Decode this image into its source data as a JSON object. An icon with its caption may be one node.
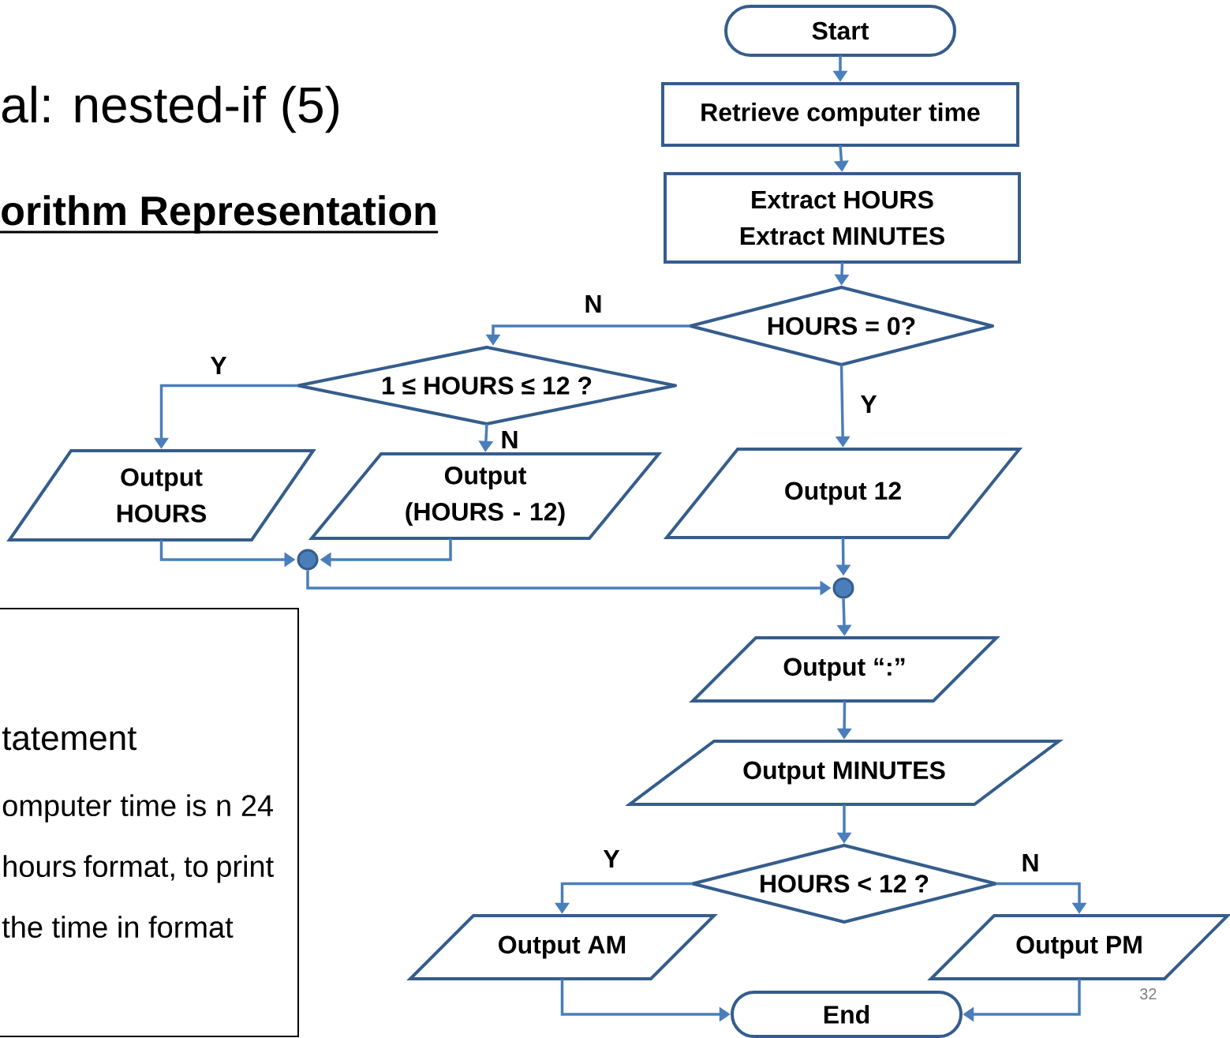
{
  "diagram": {
    "title": "al: nested-if (5)",
    "nodes": [
      {
        "text": [
          "Start"
        ]
      },
      {
        "text": [
          "Retrieve computer time"
        ]
      },
      {
        "text": [
          "Extract HOURS",
          "Extract MINUTES"
        ]
      },
      {
        "text": [
          "HOURS = 0?"
        ]
      },
      {
        "text": [
          "1 ≤ HOURS ≤ 12 ?"
        ]
      },
      {
        "text": [
          "Output HOURS"
        ]
      },
      {
        "text": [
          "Output (HOURS - 12)"
        ]
      },
      {
        "text": [
          "Output 12"
        ]
      },
      {
        "text": [],
        "shape": "circle"
      },
      {
        "text": [],
        "shape": "circle"
      },
      {
        "text": [
          "Output “:”"
        ]
      },
      {
        "text": [
          "Output MINUTES"
        ]
      },
      {
        "text": [
          "HOURS < 12 ?"
        ]
      },
      {
        "text": [
          "Output AM"
        ]
      },
      {
        "text": [
          "Output PM"
        ]
      },
      {
        "text": [
          "End"
        ]
      },
      {
        "text": [
          "tatement",
          "omputer time is n 24 hours format, to print the time in format"
        ]
      }
    ],
    "edges": [
      {
        "from": 0,
        "to": 1,
        "arrow": "to"
      },
      {
        "from": 1,
        "to": 2,
        "arrow": "to"
      },
      {
        "from": 2,
        "to": 3,
        "arrow": "to"
      },
      {
        "from": 3,
        "to": 4,
        "arrow": "to",
        "label": "N"
      },
      {
        "from": 3,
        "to": 7,
        "arrow": "to",
        "label": "Y"
      },
      {
        "from": 4,
        "to": 5,
        "arrow": "to",
        "label": "Y"
      },
      {
        "from": 4,
        "to": 6,
        "arrow": "to",
        "label": "N"
      },
      {
        "from": 5,
        "to": 8,
        "arrow": "to"
      },
      {
        "from": 6,
        "to": 8,
        "arrow": "to"
      },
      {
        "from": 8,
        "to": 9,
        "arrow": "to"
      },
      {
        "from": 7,
        "to": 9,
        "arrow": "to"
      },
      {
        "from": 9,
        "to": 10,
        "arrow": "to"
      },
      {
        "from": 10,
        "to": 11,
        "arrow": "to"
      },
      {
        "from": 11,
        "to": 12,
        "arrow": "to"
      },
      {
        "from": 12,
        "to": 13,
        "arrow": "to",
        "label": "Y"
      },
      {
        "from": 12,
        "to": 14,
        "arrow": "to",
        "label": "N"
      },
      {
        "from": 13,
        "to": 15,
        "arrow": "to"
      },
      {
        "from": 14,
        "to": 15,
        "arrow": "to"
      }
    ],
    "labels": [
      "orithm Representation",
      "32"
    ]
  }
}
